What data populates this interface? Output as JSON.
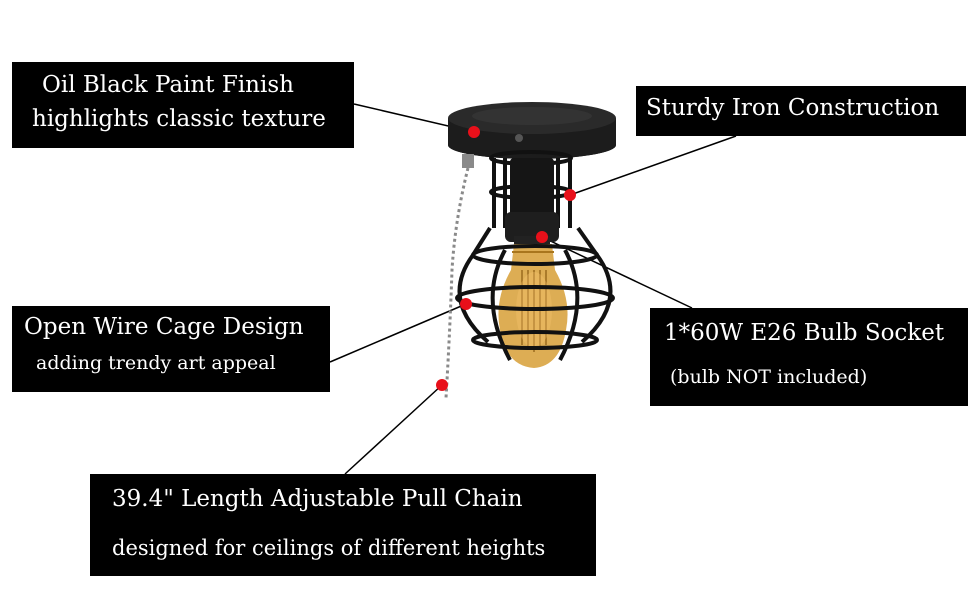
{
  "callouts": {
    "finish": {
      "line1": "Oil Black Paint Finish",
      "line2": "highlights classic texture"
    },
    "construction": {
      "line1": "Sturdy Iron Construction"
    },
    "cage": {
      "line1": "Open Wire Cage Design",
      "line2": "adding trendy art appeal"
    },
    "socket": {
      "line1": "1*60W E26 Bulb Socket",
      "line2": "(bulb NOT included)"
    },
    "chain": {
      "line1": "39.4\" Length Adjustable Pull Chain",
      "line2": "designed for ceilings of different heights"
    }
  },
  "colors": {
    "callout_bg": "#000000",
    "callout_text": "#ffffff",
    "marker": "#e8101a",
    "fixture": "#1a1a1a",
    "bulb": "#d9a441"
  }
}
